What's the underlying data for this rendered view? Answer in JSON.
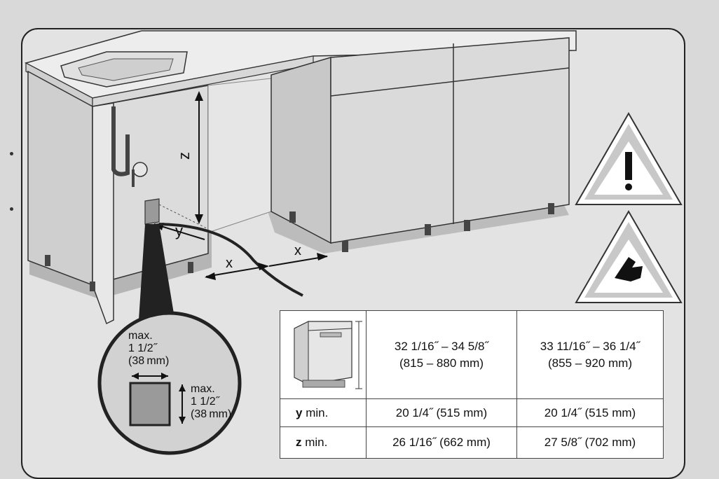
{
  "diagram": {
    "labels": {
      "x": "x",
      "y": "y",
      "z": "z"
    },
    "zoom": {
      "width_label": [
        "max.",
        "1 1/2˝",
        "(38 mm)"
      ],
      "height_label": [
        "max.",
        "1 1/2˝",
        "(38 mm)"
      ]
    },
    "warnings": [
      "warning-exclamation-icon",
      "cut-hazard-icon"
    ]
  },
  "table": {
    "header": {
      "col1": [
        "32 1/16˝ – 34 5/8˝",
        "(815 – 880 mm)"
      ],
      "col2": [
        "33 11/16˝ – 36 1/4˝",
        "(855 – 920 mm)"
      ]
    },
    "rows": [
      {
        "label_bold": "y",
        "label_rest": " min.",
        "col1": "20 1/4˝ (515 mm)",
        "col2": "20 1/4˝ (515 mm)"
      },
      {
        "label_bold": "z",
        "label_rest": " min.",
        "col1": "26 1/16˝ (662 mm)",
        "col2": "27 5/8˝ (702 mm)"
      }
    ]
  },
  "colors": {
    "frame_bg": "#e3e3e3",
    "cabinet": "#d4d4d4",
    "shadow": "#b5b5b5",
    "warning_fill": "#c8c8c8"
  }
}
